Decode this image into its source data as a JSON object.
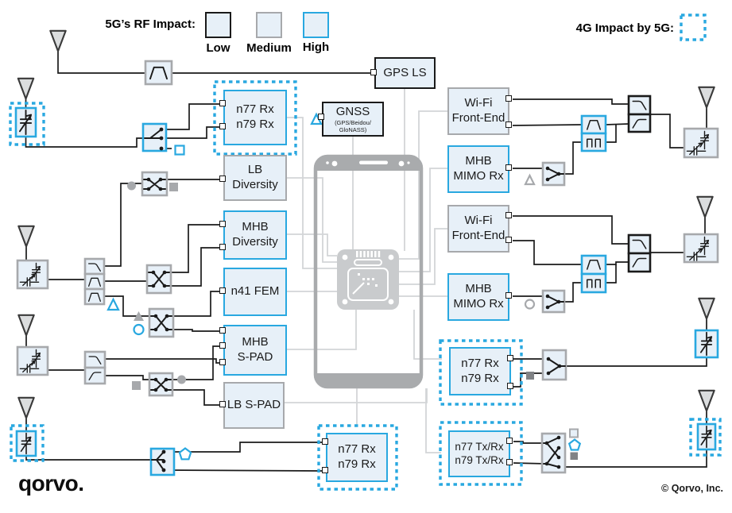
{
  "legend": {
    "rf_impact_title": "5G’s RF Impact:",
    "low_label": "Low",
    "medium_label": "Medium",
    "high_label": "High",
    "impact_4g_title": "4G Impact by 5G:"
  },
  "blocks": {
    "gps_ls": {
      "line1": "GPS LS"
    },
    "gnss": {
      "line1": "GNSS",
      "line2": "(GPS/Beidou/",
      "line3": "GloNASS)"
    },
    "n77_n79_rx_top": {
      "line1": "n77 Rx",
      "line2": "n79 Rx"
    },
    "lb_diversity": {
      "line1": "LB",
      "line2": "Diversity"
    },
    "mhb_diversity": {
      "line1": "MHB",
      "line2": "Diversity"
    },
    "n41_fem": {
      "line1": "n41 FEM"
    },
    "mhb_spad": {
      "line1": "MHB",
      "line2": "S-PAD"
    },
    "lb_spad": {
      "line1": "LB S-PAD"
    },
    "wifi_fe_top": {
      "line1": "Wi-Fi",
      "line2": "Front-End"
    },
    "mhb_mimo_top": {
      "line1": "MHB",
      "line2": "MIMO Rx"
    },
    "wifi_fe_mid": {
      "line1": "Wi-Fi",
      "line2": "Front-End"
    },
    "mhb_mimo_mid": {
      "line1": "MHB",
      "line2": "MIMO Rx"
    },
    "n77_n79_rx_right": {
      "line1": "n77 Rx",
      "line2": "n79 Rx"
    },
    "n77_n79_tx_rx": {
      "line1": "n77 Tx/Rx",
      "line2": "n79 Tx/Rx"
    },
    "n77_n79_rx_bottom": {
      "line1": "n77 Rx",
      "line2": "n79 Rx"
    }
  },
  "colors": {
    "high_accent": "#29A8E0",
    "medium_gray": "#A7A9AC",
    "low_black": "#1A1A1A",
    "block_fill": "#E7F0F8"
  },
  "footer": {
    "logo_text": "qorvo.",
    "copyright": "© Qorvo, Inc."
  }
}
